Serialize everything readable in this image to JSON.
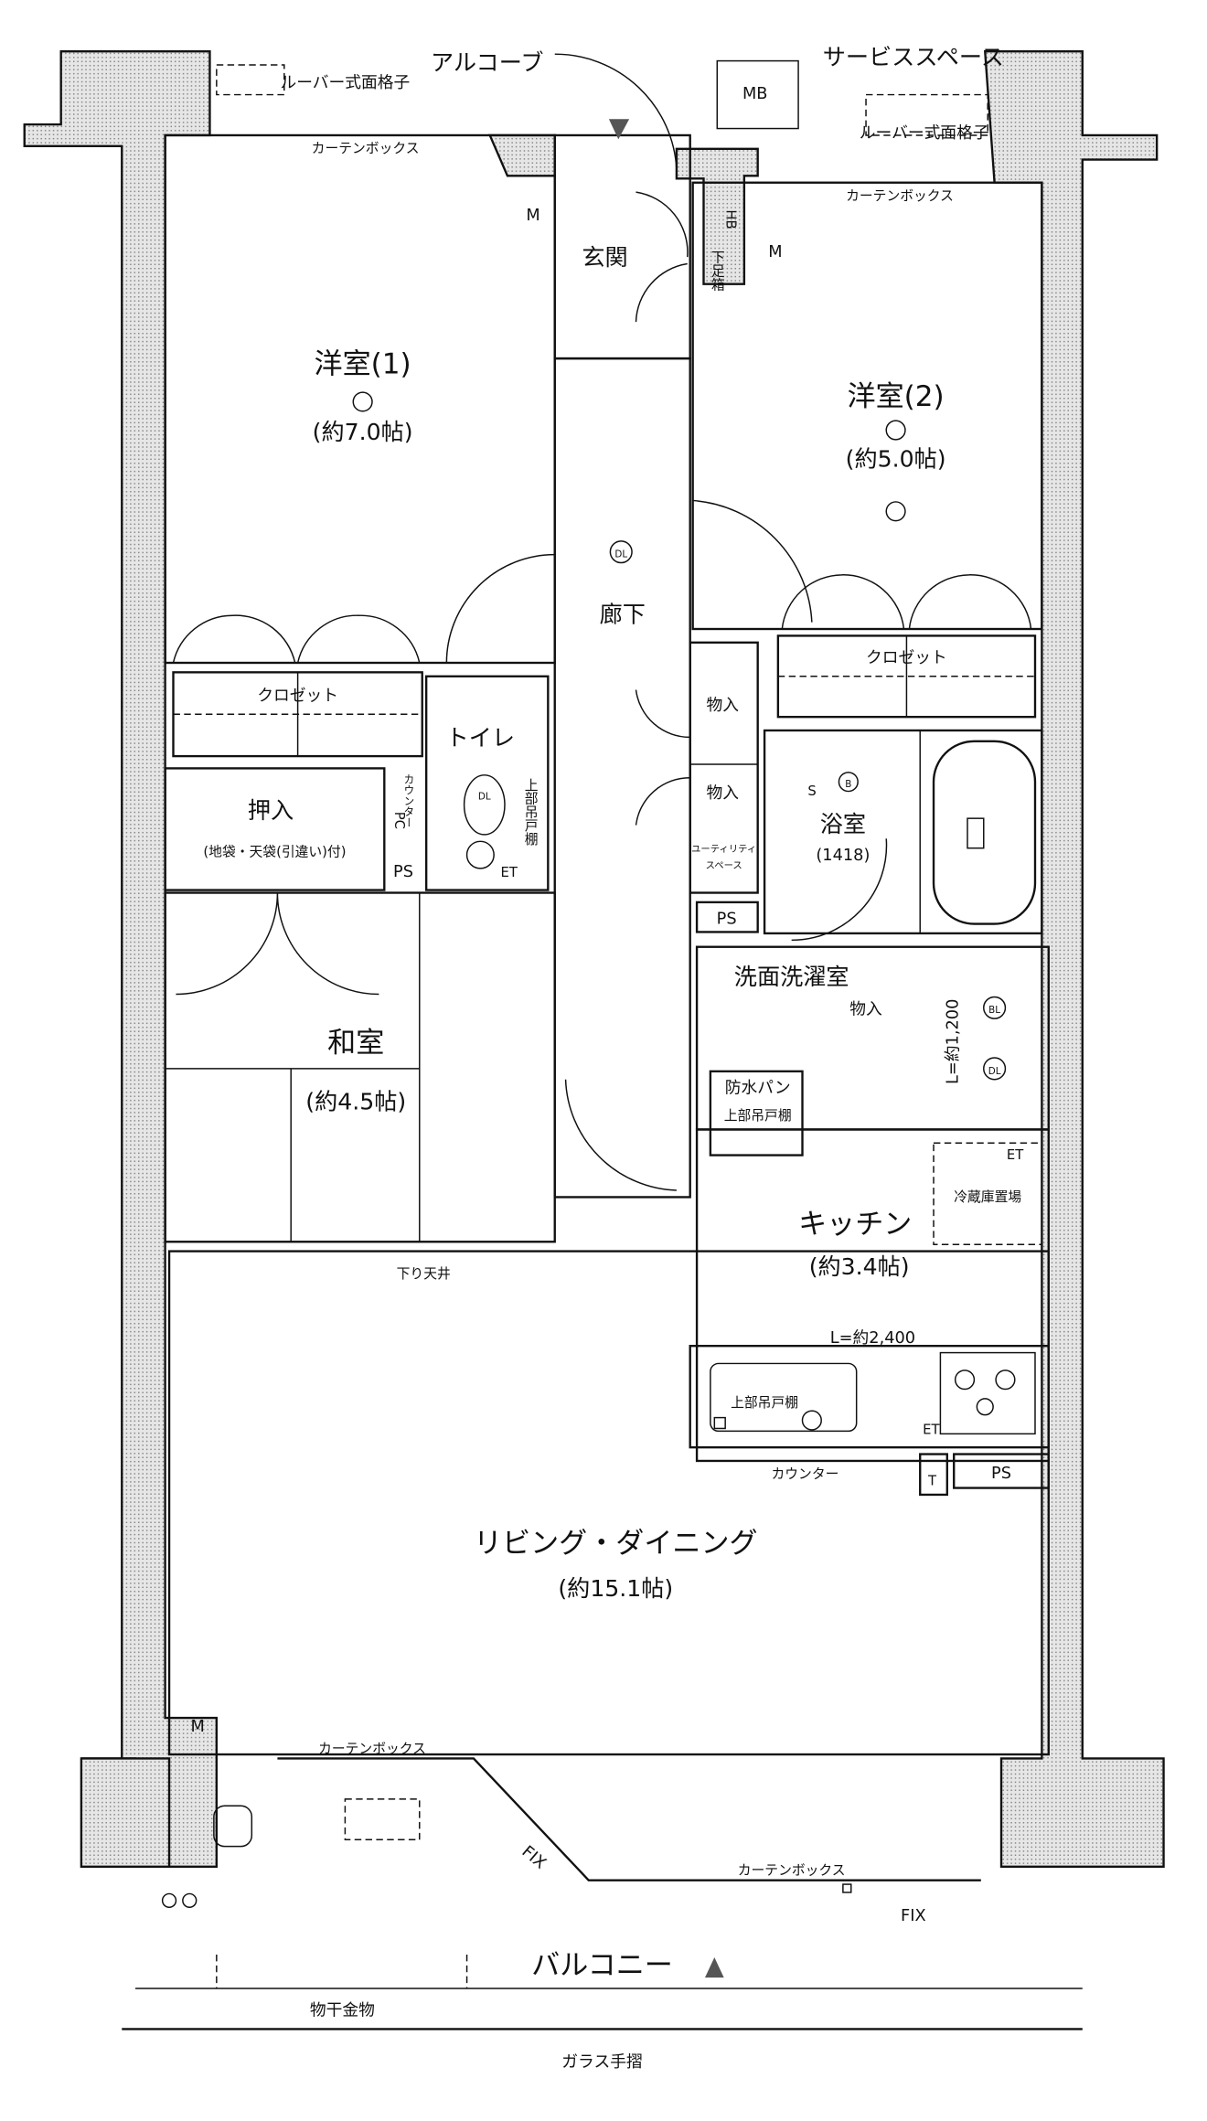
{
  "rooms": {
    "western1": {
      "name": "洋室(1)",
      "area": "(約7.0帖)"
    },
    "western2": {
      "name": "洋室(2)",
      "area": "(約5.0帖)"
    },
    "entrance": "玄関",
    "hallway": "廊下",
    "toilet": "トイレ",
    "oshiire": {
      "name": "押入",
      "note": "(地袋・天袋(引違い)付)"
    },
    "washitsu": {
      "name": "和室",
      "area": "(約4.5帖)"
    },
    "bath": {
      "name": "浴室",
      "size": "(1418)"
    },
    "washroom": "洗面洗濯室",
    "kitchen": {
      "name": "キッチン",
      "area": "(約3.4帖)"
    },
    "living": {
      "name": "リビング・ダイニング",
      "area": "(約15.1帖)"
    },
    "balcony": "バルコニー",
    "alcove": "アルコーブ",
    "service_space": "サービススペース"
  },
  "labels": {
    "louver1": "ルーバー式面格子",
    "louver2": "ルーバー式面格子",
    "curtain_box1": "カーテンボックス",
    "curtain_box2": "カーテンボックス",
    "curtain_box3": "カーテンボックス",
    "curtain_box4": "カーテンボックス",
    "mb": "MB",
    "m": "M",
    "closet": "クロゼット",
    "storage": "物入",
    "utility": "ユーティリティ",
    "utility2": "スペース",
    "shoe_box": "下足箱",
    "ps": "PS",
    "pc": "PC",
    "counter_v": "カウンター",
    "upper_cabinet_v": "上部吊戸棚",
    "upper_cabinet": "上部吊戸棚",
    "waterproof_pan": "防水パン",
    "fridge": "冷蔵庫置場",
    "dropped_ceiling": "下り天井",
    "counter": "カウンター",
    "kitchen_length": "L=約2,400",
    "vanity_length": "L=約1,200",
    "fix": "FIX",
    "drying_hardware": "物干金物",
    "glass_handrail": "ガラス手摺",
    "dl": "DL",
    "bl": "BL",
    "et": "ET",
    "t": "T",
    "s": "S",
    "b": "B",
    "hb": "HB"
  }
}
